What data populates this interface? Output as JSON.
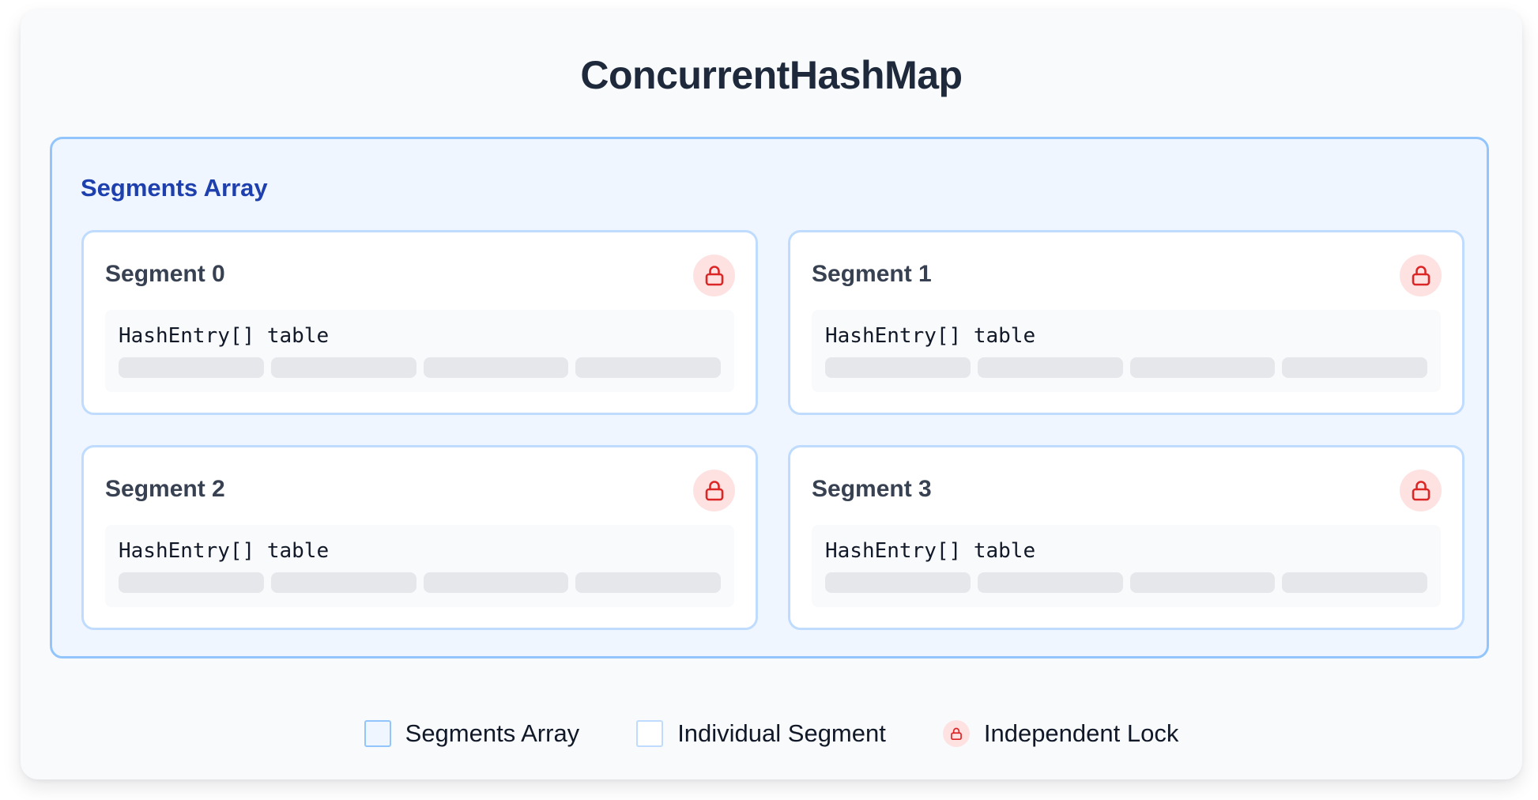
{
  "title": "ConcurrentHashMap",
  "segments_array": {
    "label": "Segments Array",
    "segments": [
      {
        "title": "Segment 0",
        "table_label": "HashEntry[] table",
        "bucket_count": 4,
        "lock_icon": "lock-icon"
      },
      {
        "title": "Segment 1",
        "table_label": "HashEntry[] table",
        "bucket_count": 4,
        "lock_icon": "lock-icon"
      },
      {
        "title": "Segment 2",
        "table_label": "HashEntry[] table",
        "bucket_count": 4,
        "lock_icon": "lock-icon"
      },
      {
        "title": "Segment 3",
        "table_label": "HashEntry[] table",
        "bucket_count": 4,
        "lock_icon": "lock-icon"
      }
    ]
  },
  "legend": {
    "items": [
      {
        "label": "Segments Array",
        "swatch": "segments-array-swatch"
      },
      {
        "label": "Individual Segment",
        "swatch": "segment-swatch"
      },
      {
        "label": "Independent Lock",
        "swatch": "lock-icon"
      }
    ]
  },
  "colors": {
    "array_fill": "#eff6ff",
    "array_border": "#93c5fd",
    "segment_border": "#bfdbfe",
    "lock_fill": "#fee2e2",
    "lock_stroke": "#dc2626",
    "title_text": "#1e293b",
    "array_label_text": "#1e40af",
    "bucket_fill": "#e5e7eb"
  }
}
